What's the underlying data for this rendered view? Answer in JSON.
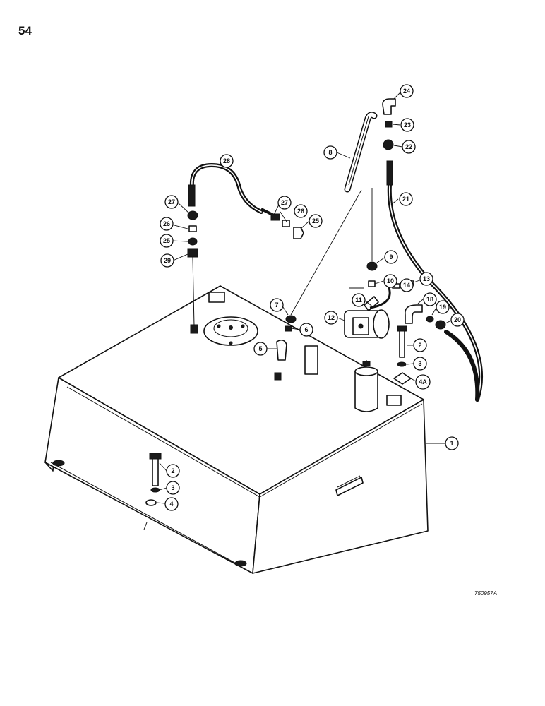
{
  "page_number": "54",
  "drawing_code": "750957A",
  "callouts": [
    "1",
    "2",
    "3",
    "4",
    "2",
    "3",
    "4A",
    "5",
    "6",
    "7",
    "8",
    "9",
    "10",
    "11",
    "12",
    "13",
    "14",
    "18",
    "19",
    "20",
    "21",
    "22",
    "23",
    "24",
    "25",
    "26",
    "27",
    "28",
    "29",
    "25",
    "26",
    "27"
  ]
}
